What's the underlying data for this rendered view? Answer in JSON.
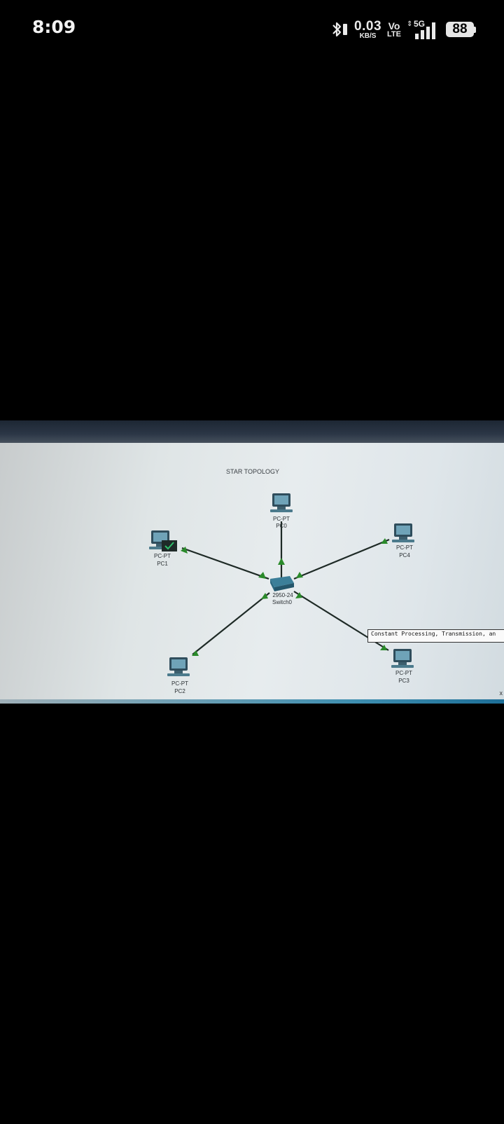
{
  "status_bar": {
    "time": "8:09",
    "net_speed_value": "0.03",
    "net_speed_unit": "KB/S",
    "volte_top": "Vo",
    "volte_bottom": "LTE",
    "network": "5G",
    "battery": "88",
    "icons": [
      "bluetooth-icon",
      "signal-icon",
      "battery-icon"
    ]
  },
  "topology": {
    "title": "STAR TOPOLOGY",
    "switch": {
      "model": "2950-24",
      "name": "Switch0"
    },
    "nodes": [
      {
        "type": "PC-PT",
        "name": "PC0"
      },
      {
        "type": "PC-PT",
        "name": "PC1"
      },
      {
        "type": "PC-PT",
        "name": "PC4"
      },
      {
        "type": "PC-PT",
        "name": "PC2"
      },
      {
        "type": "PC-PT",
        "name": "PC3"
      }
    ],
    "tooltip": "Constant Processing, Transmission, an",
    "close_glyph": "x",
    "link_color": "#1e2a26",
    "link_up_color": "#2a8a2a"
  }
}
